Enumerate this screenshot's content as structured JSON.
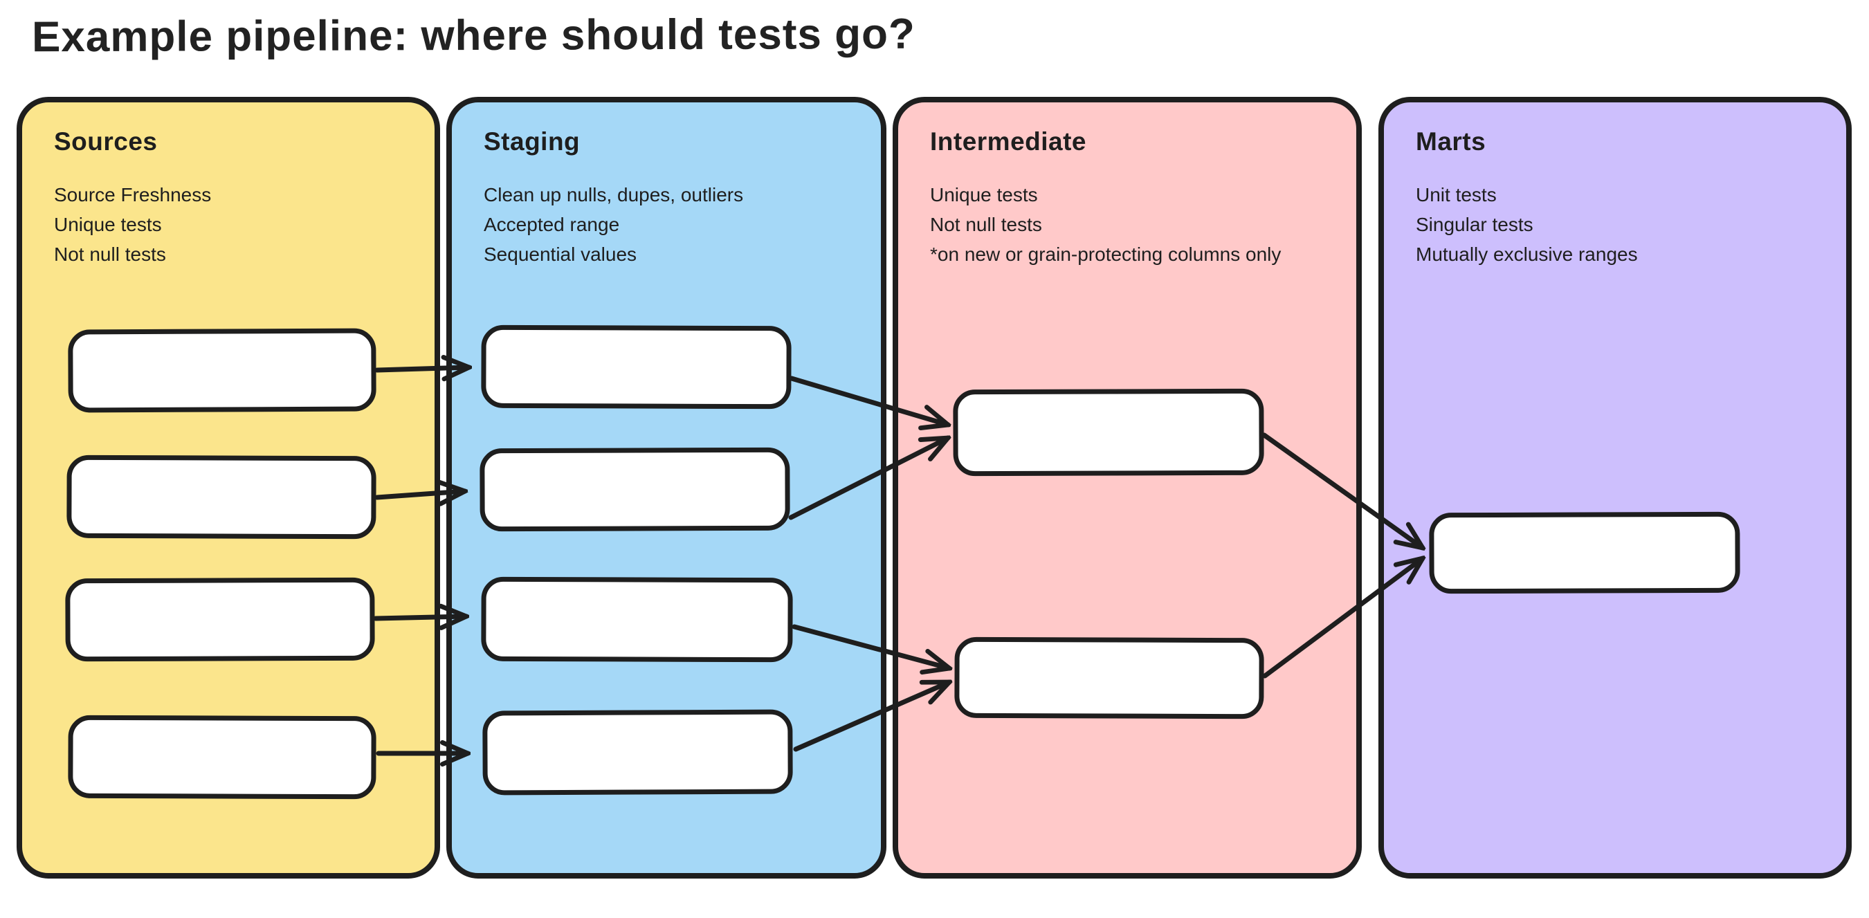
{
  "title": "Example pipeline: where should tests go?",
  "colors": {
    "stroke": "#1e1e1e",
    "node": "#ffffff",
    "bg": "#ffffff"
  },
  "columns": [
    {
      "id": "sources",
      "title": "Sources",
      "color": "#fbe58c",
      "notes": [
        "Source Freshness",
        "Unique tests",
        "Not null tests"
      ],
      "node_count": 4
    },
    {
      "id": "staging",
      "title": "Staging",
      "color": "#a5d8f7",
      "notes": [
        "Clean up nulls, dupes, outliers",
        "Accepted range",
        "Sequential values"
      ],
      "node_count": 4
    },
    {
      "id": "intermediate",
      "title": "Intermediate",
      "color": "#ffc9c9",
      "notes": [
        "Unique tests",
        "Not null tests",
        "*on new or grain-protecting columns only"
      ],
      "node_count": 2
    },
    {
      "id": "marts",
      "title": "Marts",
      "color": "#cdbffd",
      "notes": [
        "Unit tests",
        "Singular tests",
        "Mutually exclusive ranges"
      ],
      "node_count": 1
    }
  ],
  "edges": [
    {
      "from": "sources-node-1",
      "to": "staging-node-1"
    },
    {
      "from": "sources-node-2",
      "to": "staging-node-2"
    },
    {
      "from": "sources-node-3",
      "to": "staging-node-3"
    },
    {
      "from": "sources-node-4",
      "to": "staging-node-4"
    },
    {
      "from": "staging-node-1",
      "to": "intermediate-node-1"
    },
    {
      "from": "staging-node-2",
      "to": "intermediate-node-1"
    },
    {
      "from": "staging-node-3",
      "to": "intermediate-node-2"
    },
    {
      "from": "staging-node-4",
      "to": "intermediate-node-2"
    },
    {
      "from": "intermediate-node-1",
      "to": "marts-node-1"
    },
    {
      "from": "intermediate-node-2",
      "to": "marts-node-1"
    }
  ]
}
